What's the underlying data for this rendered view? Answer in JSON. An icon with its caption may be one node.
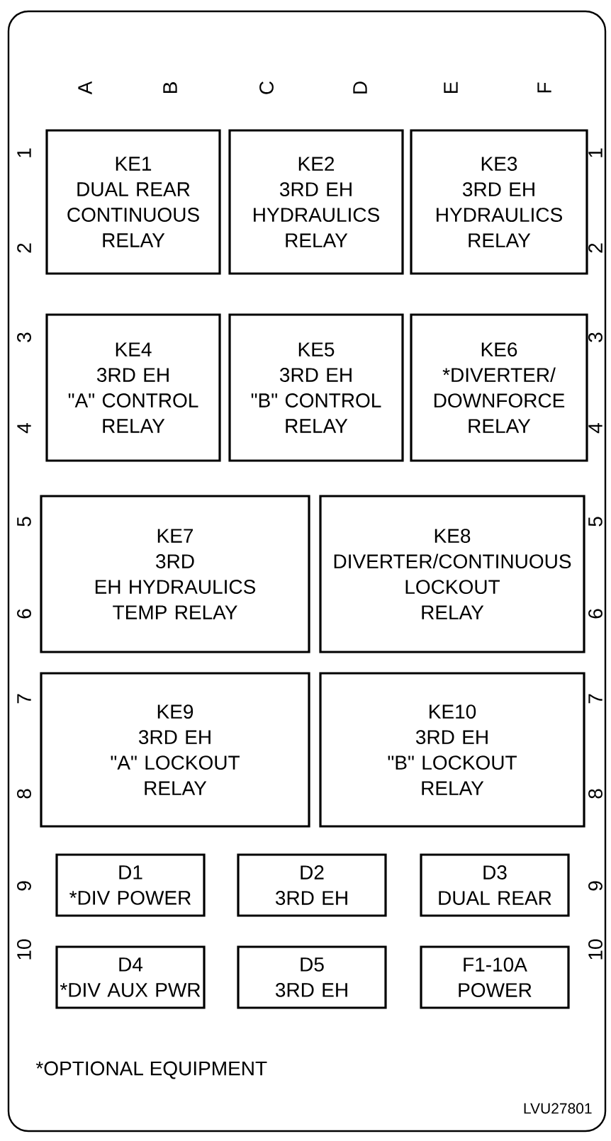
{
  "diagram": {
    "nodes": [
      {
        "text": [
          "KE1",
          "DUAL REAR CONTINUOUS RELAY"
        ]
      },
      {
        "text": [
          "KE2",
          "3RD EH HYDRAULICS RELAY"
        ]
      },
      {
        "text": [
          "KE3",
          "3RD EH HYDRAULICS RELAY"
        ]
      },
      {
        "text": [
          "KE4",
          "3RD EH \"A\" CONTROL RELAY"
        ]
      },
      {
        "text": [
          "KE5",
          "3RD EH \"B\" CONTROL RELAY"
        ]
      },
      {
        "text": [
          "KE6",
          "*DIVERTER/ DOWNFORCE RELAY"
        ]
      },
      {
        "text": [
          "KE7",
          "3RD EH HYDRAULICS TEMP RELAY"
        ]
      },
      {
        "text": [
          "KE8",
          "DIVERTER/CONTINUOUS LOCKOUT RELAY"
        ]
      },
      {
        "text": [
          "KE9",
          "3RD EH \"A\" LOCKOUT RELAY"
        ]
      },
      {
        "text": [
          "KE10",
          "3RD EH \"B\" LOCKOUT RELAY"
        ]
      },
      {
        "text": [
          "D1",
          "*DIV POWER"
        ]
      },
      {
        "text": [
          "D2",
          "3RD EH"
        ]
      },
      {
        "text": [
          "D3",
          "DUAL REAR"
        ]
      },
      {
        "text": [
          "D4",
          "*DIV AUX PWR"
        ]
      },
      {
        "text": [
          "D5",
          "3RD EH"
        ]
      },
      {
        "text": [
          "F1-10A",
          "POWER"
        ]
      }
    ],
    "labels": [
      "A",
      "B",
      "C",
      "D",
      "E",
      "F",
      "1",
      "1",
      "2",
      "2",
      "3",
      "3",
      "4",
      "4",
      "5",
      "5",
      "6",
      "6",
      "7",
      "7",
      "8",
      "8",
      "9",
      "9",
      "10",
      "10",
      "*OPTIONAL EQUIPMENT",
      "LVU27801"
    ]
  }
}
